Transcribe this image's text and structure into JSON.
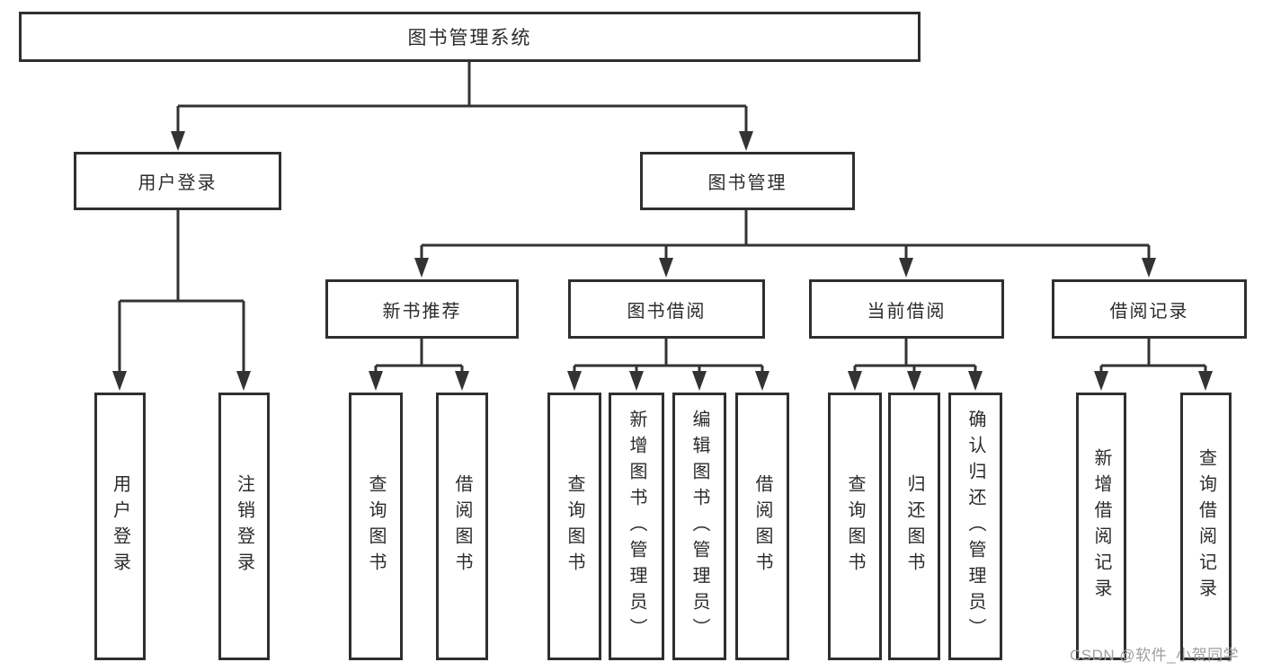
{
  "tree": {
    "root": {
      "label": "图书管理系统"
    },
    "branches": [
      {
        "label": "用户登录",
        "children": [
          {
            "label": "用户登录"
          },
          {
            "label": "注销登录"
          }
        ]
      },
      {
        "label": "图书管理",
        "children": [
          {
            "label": "新书推荐",
            "children": [
              {
                "label": "查询图书"
              },
              {
                "label": "借阅图书"
              }
            ]
          },
          {
            "label": "图书借阅",
            "children": [
              {
                "label": "查询图书"
              },
              {
                "label": "新增图书（管理员）"
              },
              {
                "label": "编辑图书（管理员）"
              },
              {
                "label": "借阅图书"
              }
            ]
          },
          {
            "label": "当前借阅",
            "children": [
              {
                "label": "查询图书"
              },
              {
                "label": "归还图书"
              },
              {
                "label": "确认归还（管理员）"
              }
            ]
          },
          {
            "label": "借阅记录",
            "children": [
              {
                "label": "新增借阅记录"
              },
              {
                "label": "查询借阅记录"
              }
            ]
          }
        ]
      }
    ]
  },
  "watermark": {
    "text": "CSDN @软件_小贺同学"
  },
  "colors": {
    "line": "#333333",
    "border": "#2f2f2f",
    "text": "#2b2b2b",
    "watermark": "#9e9e9e",
    "background": "#ffffff"
  }
}
